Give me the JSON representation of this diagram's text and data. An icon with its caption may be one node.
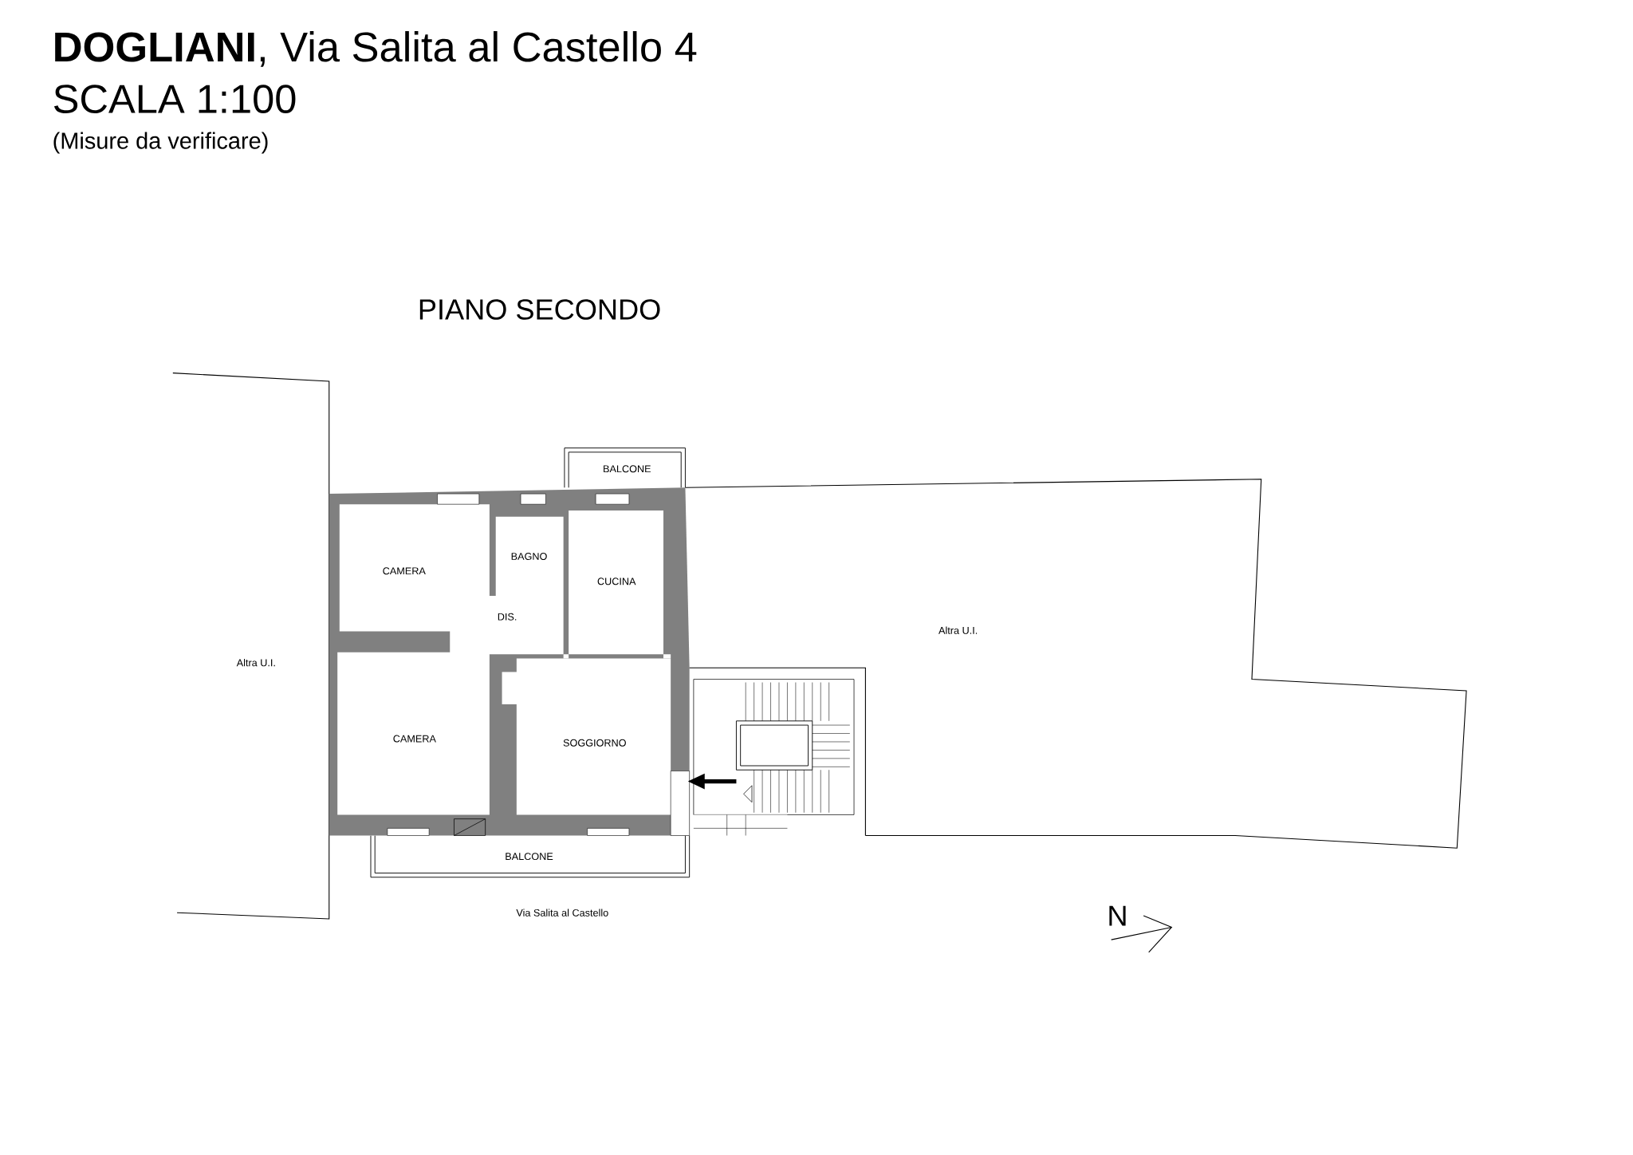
{
  "diagram": {
    "title": "**DOGLIANI**, Via Salita al Castello 4",
    "labels": [
      "SCALA 1:100",
      "(Misure da verificare)",
      "PIANO SECONDO",
      "BALCONE",
      "CAMERA",
      "BAGNO",
      "CUCINA",
      "DIS.",
      "Altra U.I.",
      "Altra U.I.",
      "CAMERA",
      "SOGGIORNO",
      "BALCONE",
      "Via Salita al Castello",
      "N"
    ]
  }
}
